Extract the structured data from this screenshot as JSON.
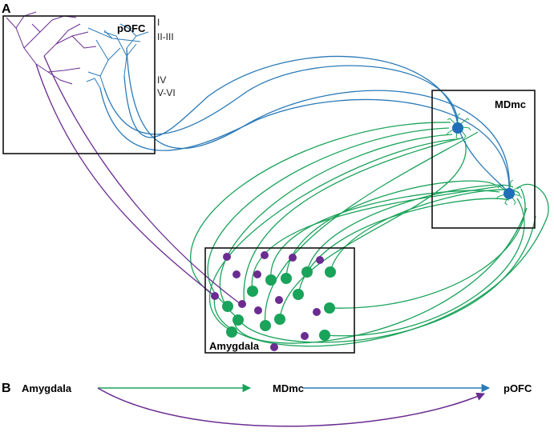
{
  "panels": {
    "a": {
      "letter": "A"
    },
    "b": {
      "letter": "B"
    }
  },
  "regions": {
    "pofc": "pOFC",
    "mdmc": "MDmc",
    "amygdala": "Amygdala"
  },
  "layers": [
    "I",
    "II-III",
    "IV",
    "V-VI"
  ],
  "flow": {
    "nodes": [
      "Amygdala",
      "MDmc",
      "pOFC"
    ]
  },
  "colors": {
    "green": "#1aa35a",
    "blue": "#2a7ab8",
    "purple": "#6a2c91",
    "blue_cell": "#1f6fb8"
  }
}
